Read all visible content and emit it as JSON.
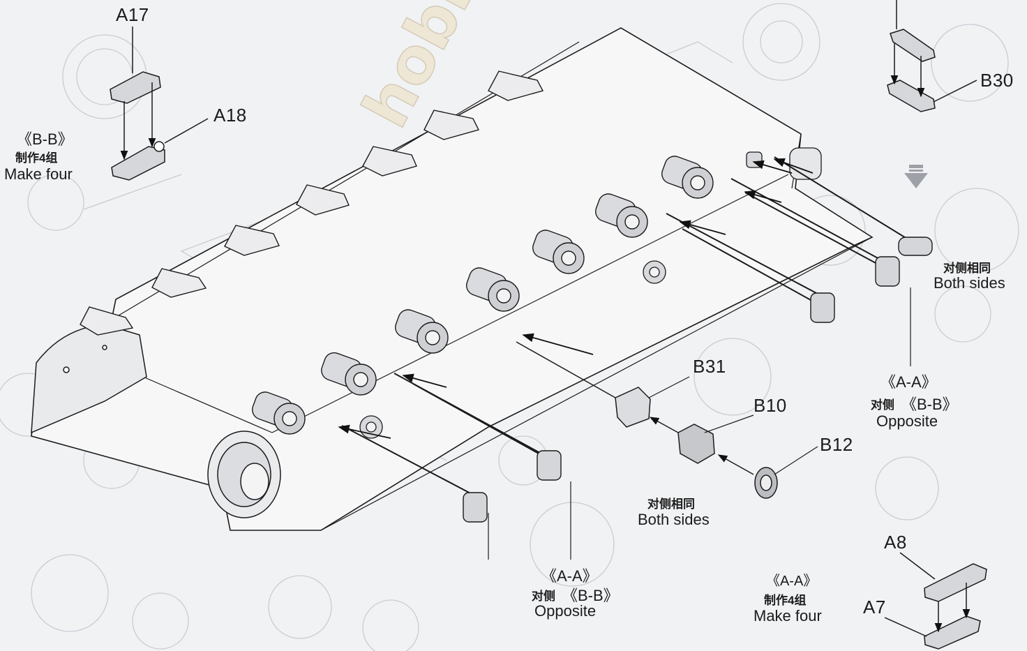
{
  "watermark": "hobby",
  "parts": {
    "a17": "A17",
    "a18": "A18",
    "b30": "B30",
    "b31": "B31",
    "b10": "B10",
    "b12": "B12",
    "a8": "A8",
    "a7": "A7"
  },
  "top_left_note": {
    "section": "《B-B》",
    "zh": "制作4组",
    "en": "Make four"
  },
  "right_note": {
    "zh": "对侧相同",
    "en": "Both sides"
  },
  "right_section": {
    "section": "《A-A》",
    "zh": "对侧",
    "section2": "《B-B》",
    "en": "Opposite"
  },
  "center_note": {
    "zh": "对侧相同",
    "en": "Both sides"
  },
  "bottom_section": {
    "section": "《A-A》",
    "zh": "对侧",
    "section2": "《B-B》",
    "en": "Opposite"
  },
  "bottom_right_note": {
    "section": "《A-A》",
    "zh": "制作4组",
    "en": "Make four"
  },
  "colors": {
    "background": "#f1f2f4",
    "ink": "#1b1b1b",
    "ghost": "#c9ccd3"
  }
}
